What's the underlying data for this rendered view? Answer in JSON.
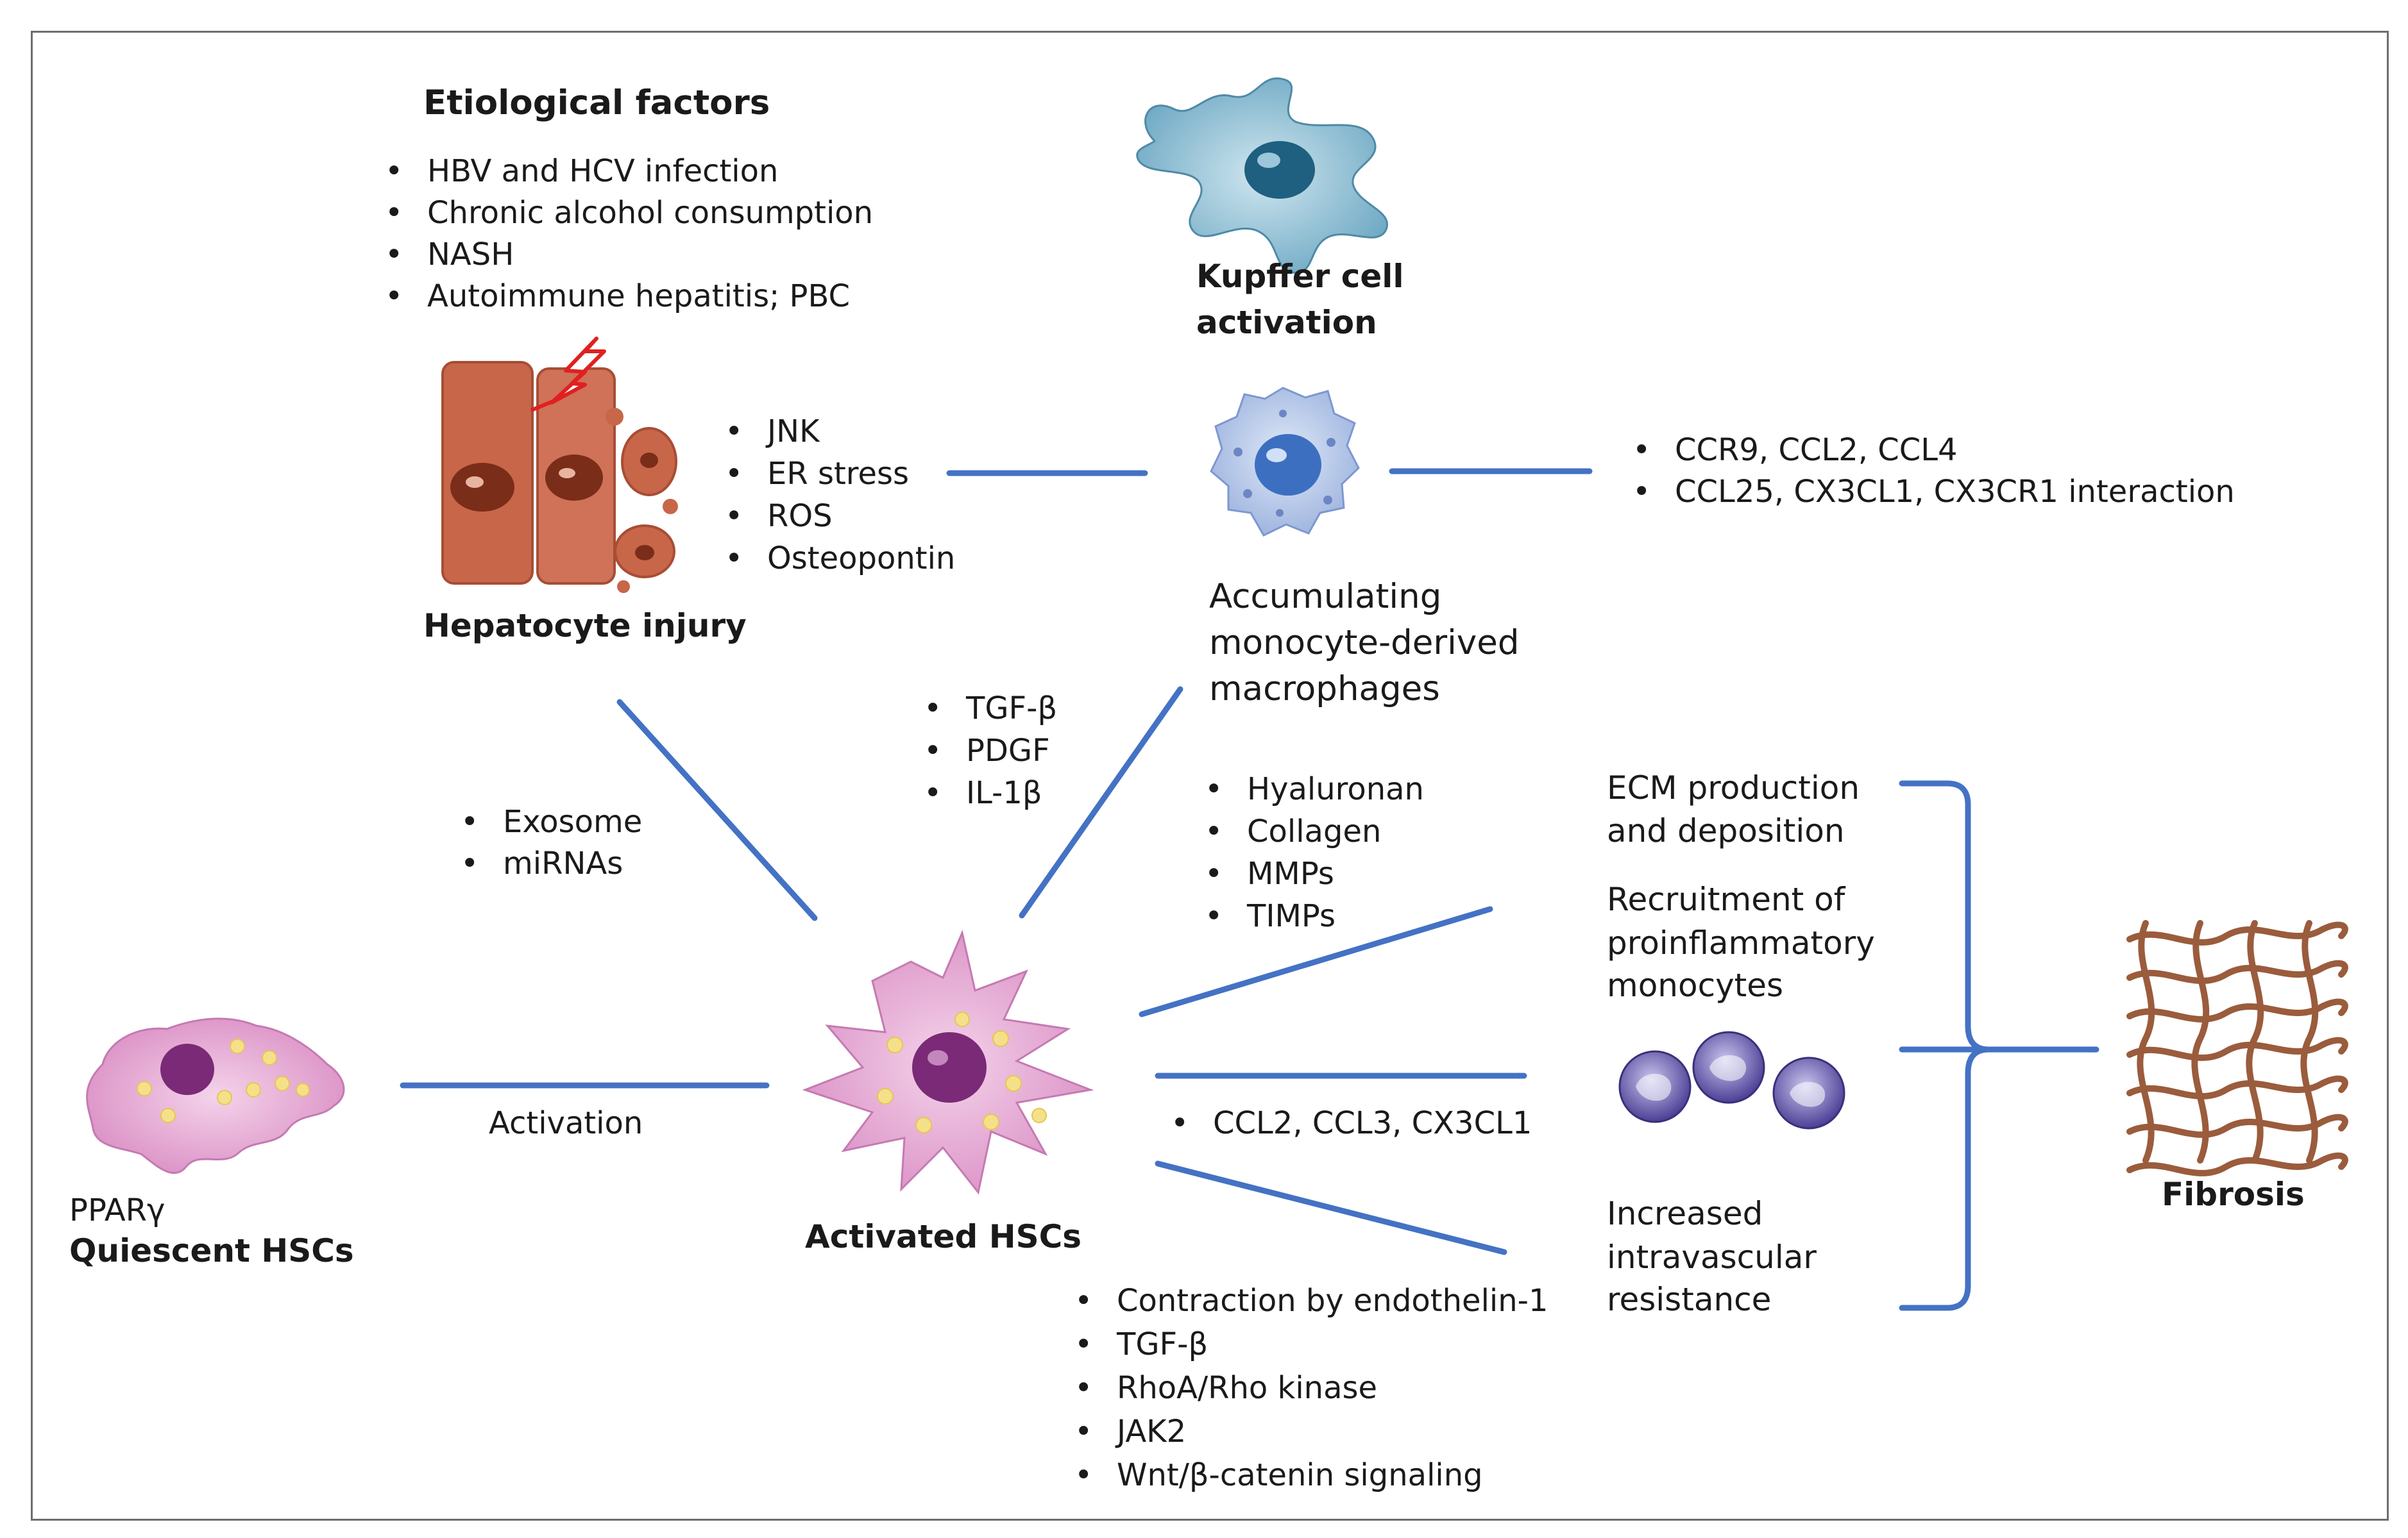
{
  "etiological": {
    "title": "Etiological factors",
    "items": [
      "HBV and HCV infection",
      "Chronic alcohol consumption",
      "NASH",
      "Autoimmune hepatitis; PBC"
    ]
  },
  "hepatocyte": {
    "label": "Hepatocyte injury",
    "signals": [
      "JNK",
      "ER stress",
      "ROS",
      "Osteopontin"
    ]
  },
  "kupffer": {
    "label_line1": "Kupffer cell",
    "label_line2": "activation"
  },
  "macrophages": {
    "label_line1": "Accumulating",
    "label_line2": "monocyte-derived",
    "label_line3": "macrophages",
    "chemokines": [
      "CCR9, CCL2, CCL4",
      "CCL25, CX3CL1, CX3CR1 interaction"
    ]
  },
  "to_hsc": {
    "cytokines": [
      "TGF-β",
      "PDGF",
      "IL-1β"
    ],
    "exosome": [
      "Exosome",
      "miRNAs"
    ]
  },
  "quiescent": {
    "marker": "PPARγ",
    "label": "Quiescent HSCs"
  },
  "activation_label": "Activation",
  "activated": {
    "label": "Activated HSCs"
  },
  "ecm_mediators": [
    "Hyaluronan",
    "Collagen",
    "MMPs",
    "TIMPs"
  ],
  "recruit_mediators": [
    "CCL2, CCL3, CX3CL1"
  ],
  "contraction_mediators": [
    "Contraction by endothelin-1",
    "TGF-β",
    "RhoA/Rho kinase",
    "JAK2",
    "Wnt/β-catenin signaling"
  ],
  "outcomes": {
    "ecm_line1": "ECM production",
    "ecm_line2": "and deposition",
    "recruit_line1": "Recruitment of",
    "recruit_line2": "proinflammatory",
    "recruit_line3": "monocytes",
    "resist_line1": "Increased",
    "resist_line2": "intravascular",
    "resist_line3": "resistance"
  },
  "fibrosis": {
    "label": "Fibrosis"
  },
  "colors": {
    "arrow": "#4472c4",
    "hepatocyte": "#c8664a",
    "kupffer": "#6aa6c2",
    "macrophage": "#9bb2de",
    "hsc": "#e2a7d2",
    "hsc_nucleus": "#7a2a76",
    "lipid": "#f5e08a",
    "monocyte": "#4b3f95",
    "fibrosis": "#9a5c3c",
    "bolt": "#e02020"
  }
}
